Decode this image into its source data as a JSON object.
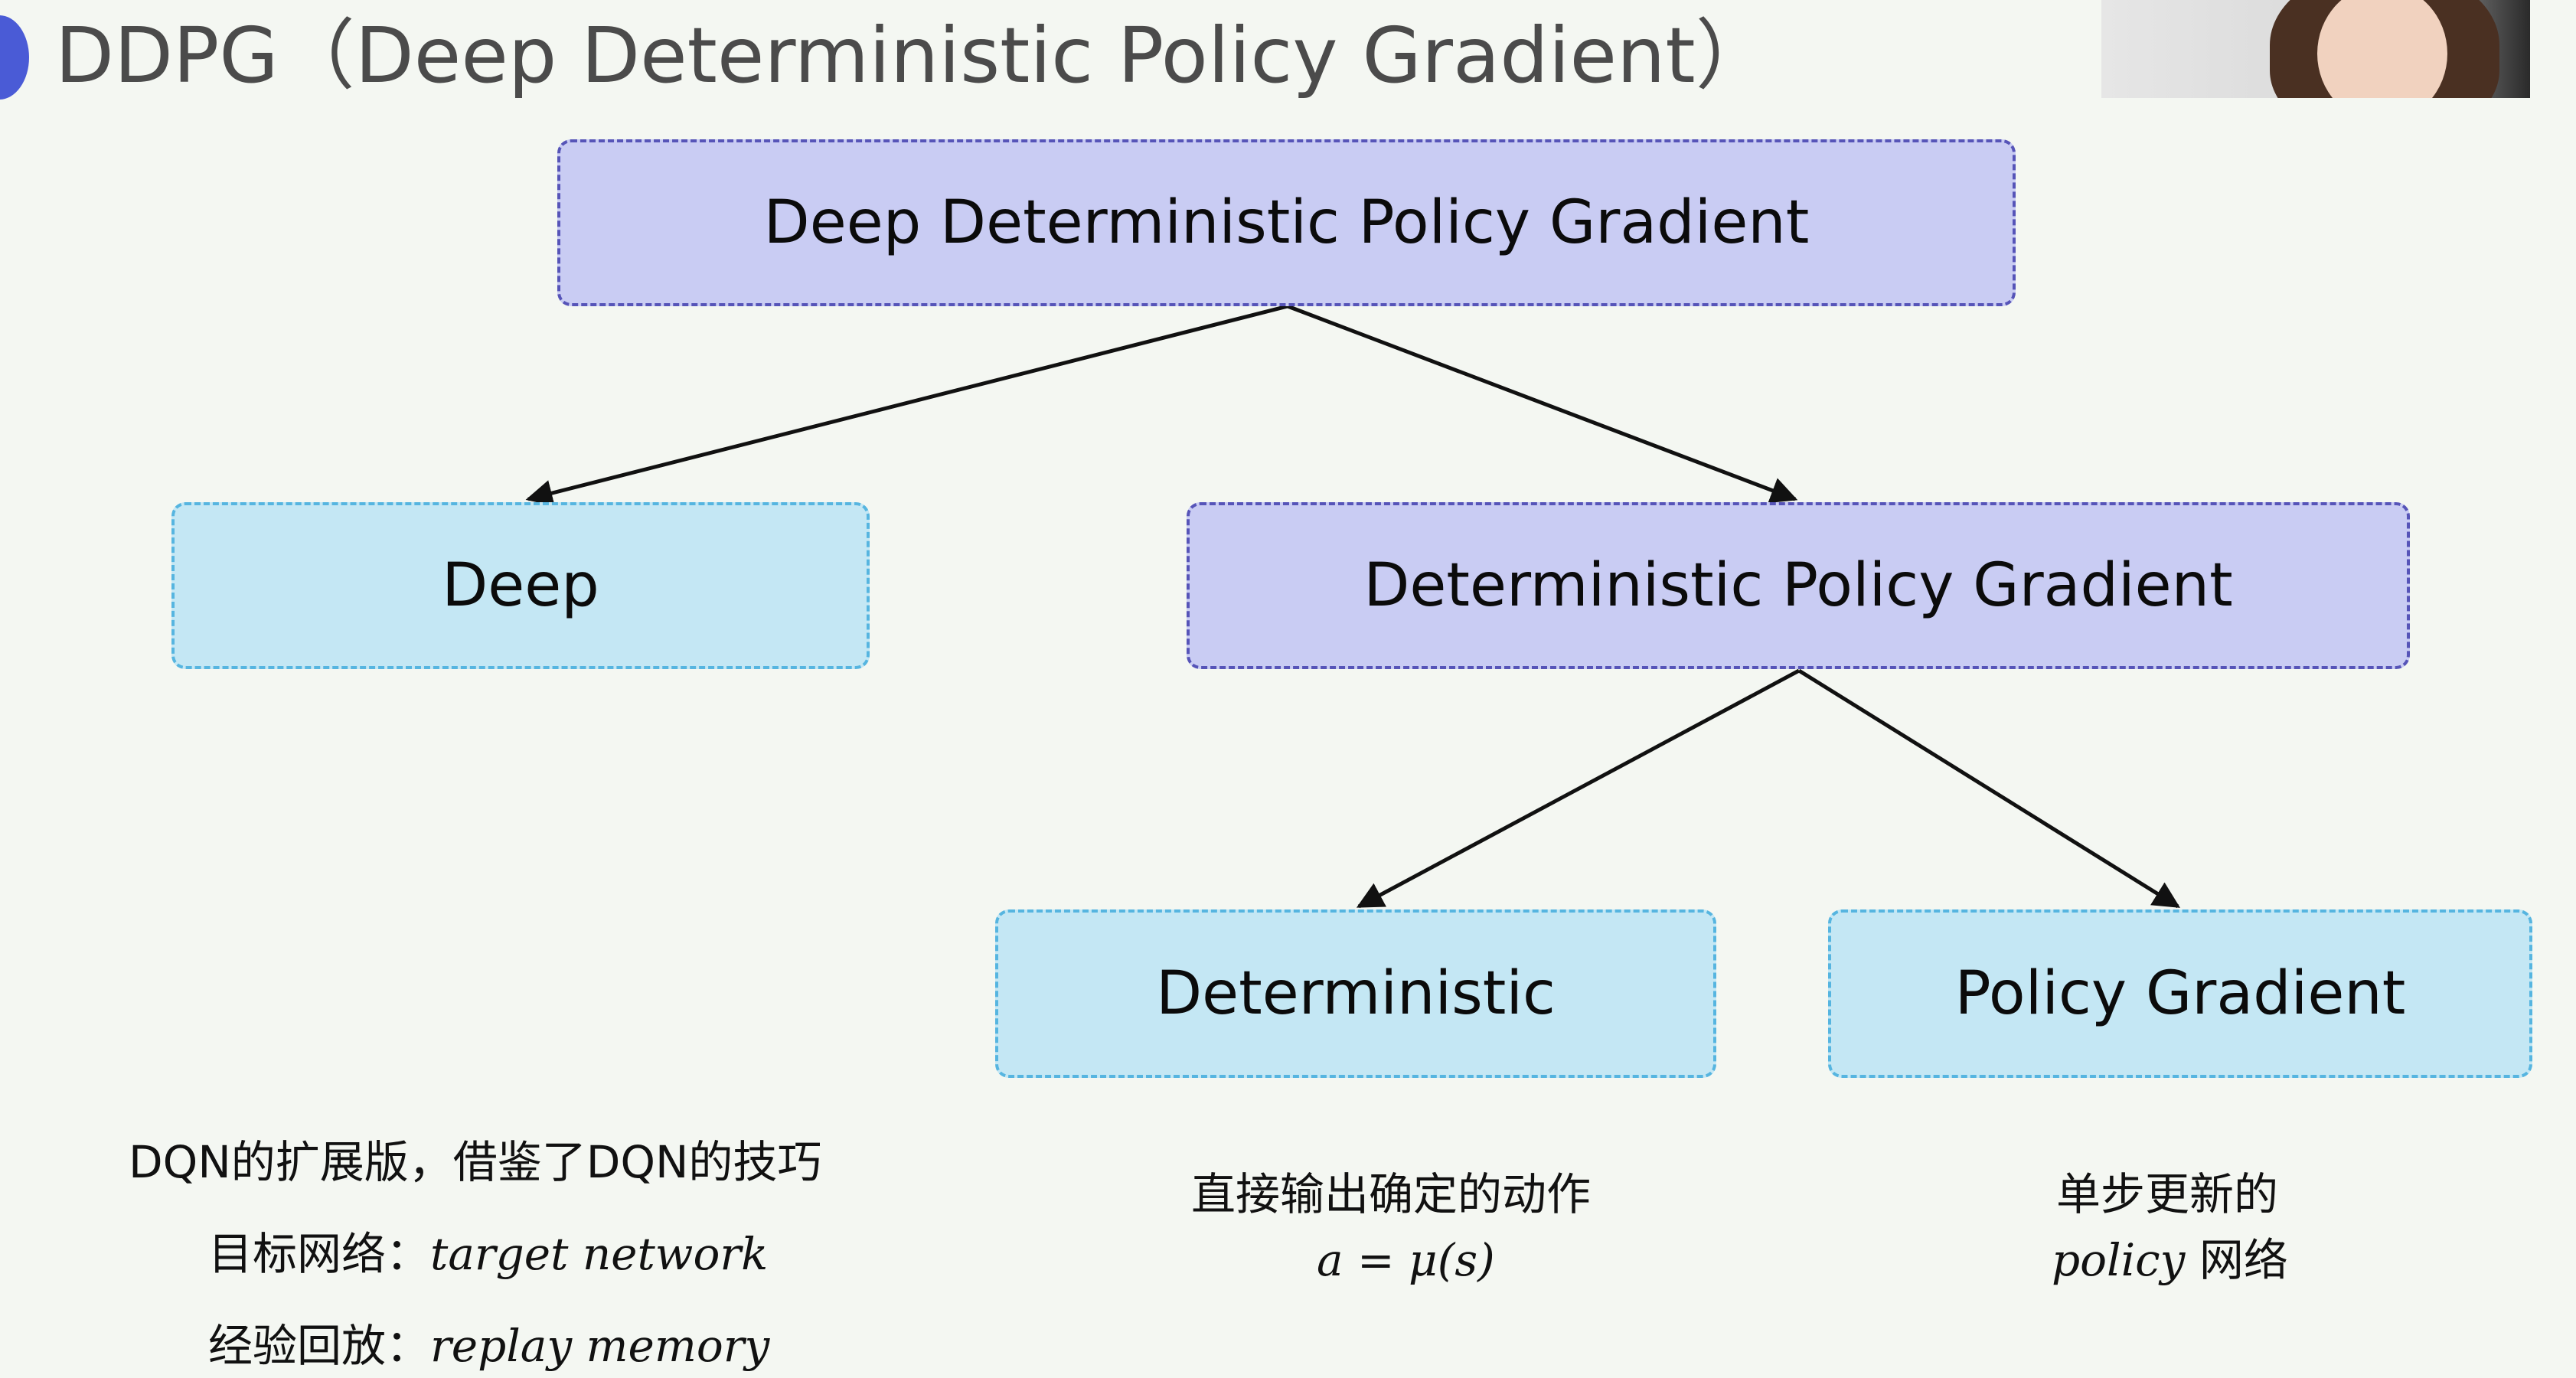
{
  "title": "DDPG（Deep Deterministic Policy Gradient）",
  "nodes": {
    "root": "Deep Deterministic Policy Gradient",
    "deep": "Deep",
    "dpg": "Deterministic Policy Gradient",
    "deterministic": "Deterministic",
    "policy_gradient": "Policy Gradient"
  },
  "notes": {
    "deep": {
      "line1": "DQN的扩展版，借鉴了DQN的技巧",
      "line2_label": "目标网络：",
      "line2_value": "target network",
      "line3_label": "经验回放：",
      "line3_value": "replay memory"
    },
    "deterministic": {
      "line1": "直接输出确定的动作",
      "line2": "a = μ(s)"
    },
    "policy_gradient": {
      "line1": "单步更新的",
      "line2_math": "policy",
      "line2_text": " 网络"
    }
  },
  "colors": {
    "purple_fill": "#c9ccf3",
    "purple_border": "#5654b8",
    "cyan_fill": "#c4e7f4",
    "cyan_border": "#56b5e0",
    "background": "#f4f7f2"
  }
}
